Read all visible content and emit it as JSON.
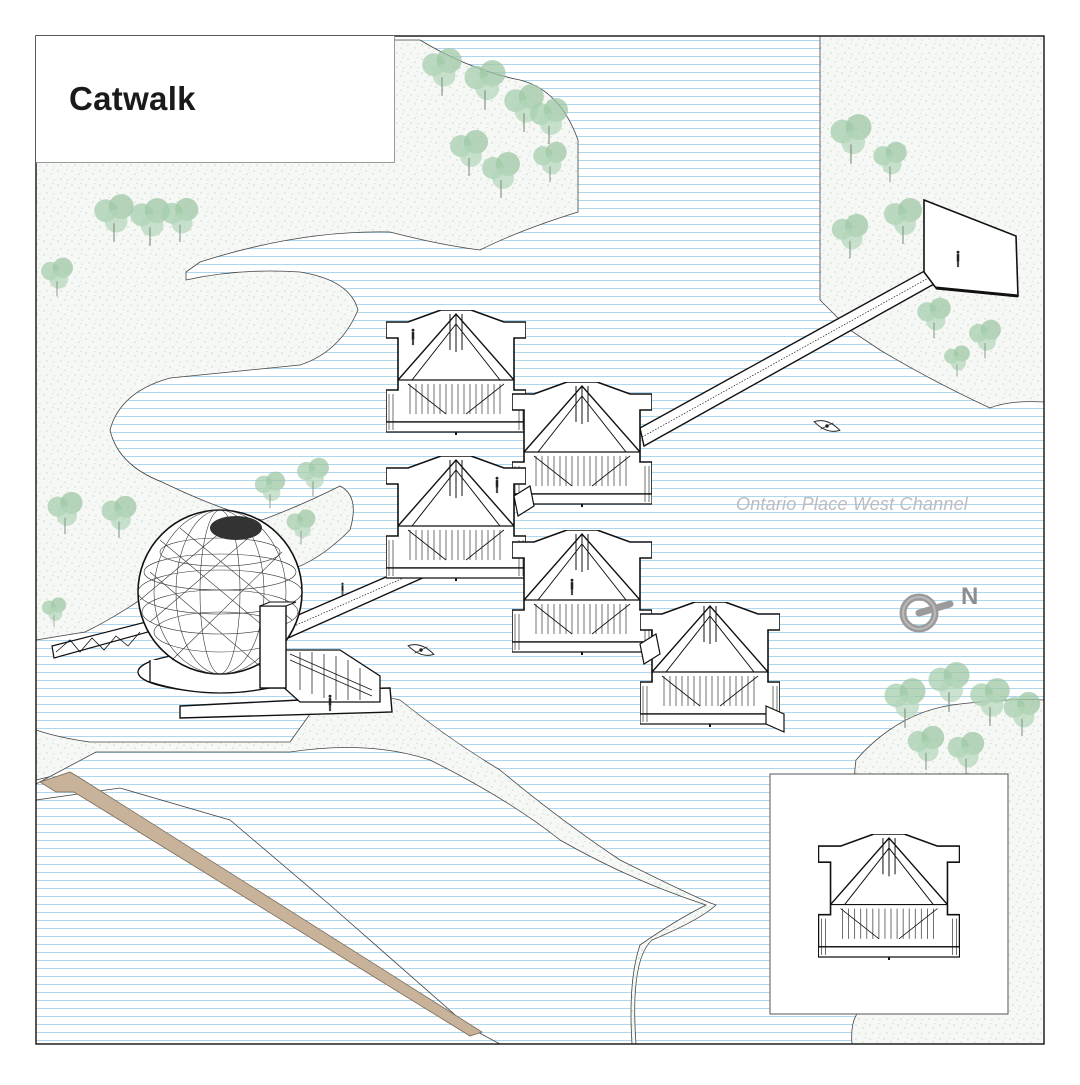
{
  "drawing": {
    "title": "Catwalk",
    "water_label": "Ontario Place West Channel",
    "north_letter": "N"
  },
  "colors": {
    "water_line": "#a9d4ea",
    "ground_dot": "#8cb38c",
    "tree_fill": "#9fc9a6",
    "pier": "#c8b29a",
    "ink": "#111111",
    "north_arrow": "#9b9b9b"
  },
  "icons": {
    "north_arrow": "north-arrow-icon",
    "canoe": "canoe-icon",
    "tree": "tree-icon",
    "person": "person-figure-icon"
  }
}
